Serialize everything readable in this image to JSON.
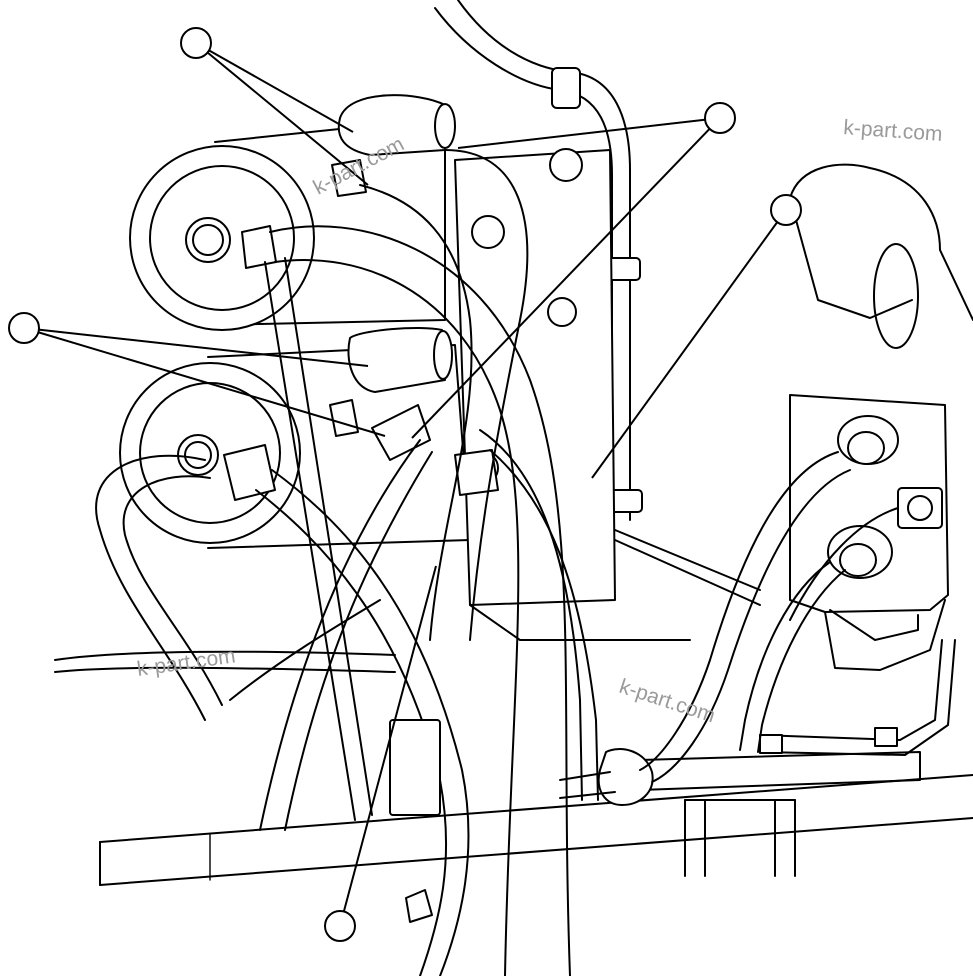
{
  "watermarks": [
    "k-part.com",
    "k-part.com",
    "k-part.com",
    "k-part.com"
  ],
  "callouts": [
    "callout-1",
    "callout-2",
    "callout-3",
    "callout-4",
    "callout-5"
  ]
}
